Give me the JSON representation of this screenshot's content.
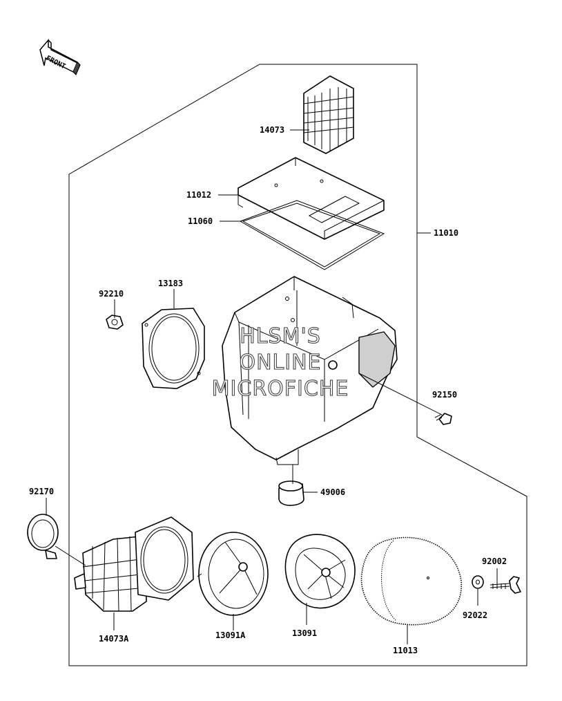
{
  "front_arrow": {
    "label": "FRONT"
  },
  "watermark": {
    "line1": "HLSM'S",
    "line2": "ONLINE",
    "line3": "MICROFICHE"
  },
  "parts": {
    "p14073": "14073",
    "p11012": "11012",
    "p11060": "11060",
    "p11010": "11010",
    "p92210": "92210",
    "p13183": "13183",
    "p92150": "92150",
    "p49006": "49006",
    "p92170": "92170",
    "p92002": "92002",
    "p92022": "92022",
    "p14073A": "14073A",
    "p13091A": "13091A",
    "p13091": "13091",
    "p11013": "11013"
  }
}
